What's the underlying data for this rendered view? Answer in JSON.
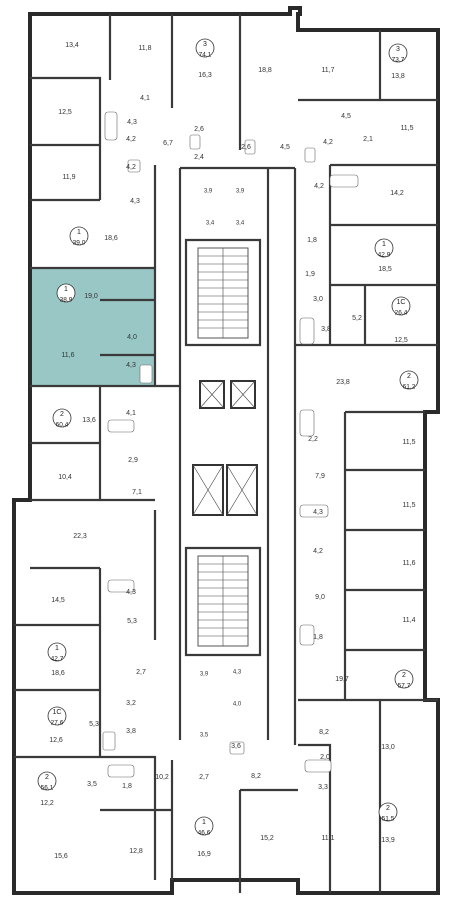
{
  "rooms": [
    {
      "id": "r1",
      "area": "13,4"
    },
    {
      "id": "r2",
      "area": "11,8"
    },
    {
      "id": "r3",
      "area": "16,3"
    },
    {
      "id": "r4",
      "area": "18,8"
    },
    {
      "id": "r5",
      "area": "11,7"
    },
    {
      "id": "r6",
      "area": "13,8"
    },
    {
      "id": "r7",
      "area": "12,5"
    },
    {
      "id": "r8",
      "area": "4,1"
    },
    {
      "id": "r9",
      "area": "4,3"
    },
    {
      "id": "r10",
      "area": "4,2"
    },
    {
      "id": "r11",
      "area": "6,7"
    },
    {
      "id": "r12",
      "area": "2,6"
    },
    {
      "id": "r13",
      "area": "2,4"
    },
    {
      "id": "r14",
      "area": "2,6"
    },
    {
      "id": "r15",
      "area": "4,5"
    },
    {
      "id": "r16",
      "area": "4,5"
    },
    {
      "id": "r17",
      "area": "11,5"
    },
    {
      "id": "r18",
      "area": "2,1"
    },
    {
      "id": "r19",
      "area": "4,2"
    },
    {
      "id": "r20",
      "area": "11,9"
    },
    {
      "id": "r21",
      "area": "4,2"
    },
    {
      "id": "r22",
      "area": "3,9"
    },
    {
      "id": "r23",
      "area": "3,9"
    },
    {
      "id": "r24",
      "area": "14,2"
    },
    {
      "id": "r25",
      "area": "4,3"
    },
    {
      "id": "r26",
      "area": "3,4"
    },
    {
      "id": "r27",
      "area": "3,4"
    },
    {
      "id": "r28",
      "area": "4,2"
    },
    {
      "id": "r29",
      "area": "18,6"
    },
    {
      "id": "r30",
      "area": "1,8"
    },
    {
      "id": "r31",
      "area": "18,5"
    },
    {
      "id": "r32",
      "area": "1,9"
    },
    {
      "id": "r33",
      "area": "19,0"
    },
    {
      "id": "r34",
      "area": "3,0"
    },
    {
      "id": "r35",
      "area": "5,2"
    },
    {
      "id": "r36",
      "area": "4,0"
    },
    {
      "id": "r37",
      "area": "3,8"
    },
    {
      "id": "r38",
      "area": "12,5"
    },
    {
      "id": "r39",
      "area": "11,6"
    },
    {
      "id": "r40",
      "area": "4,3"
    },
    {
      "id": "r41",
      "area": "23,8"
    },
    {
      "id": "r42",
      "area": "13,6"
    },
    {
      "id": "r43",
      "area": "4,1"
    },
    {
      "id": "r44",
      "area": "2,2"
    },
    {
      "id": "r45",
      "area": "11,5"
    },
    {
      "id": "r46",
      "area": "2,9"
    },
    {
      "id": "r47",
      "area": "7,9"
    },
    {
      "id": "r48",
      "area": "10,4"
    },
    {
      "id": "r49",
      "area": "7,1"
    },
    {
      "id": "r50",
      "area": "11,5"
    },
    {
      "id": "r51",
      "area": "4,3"
    },
    {
      "id": "r52",
      "area": "22,3"
    },
    {
      "id": "r53",
      "area": "4,2"
    },
    {
      "id": "r54",
      "area": "11,6"
    },
    {
      "id": "r55",
      "area": "14,5"
    },
    {
      "id": "r56",
      "area": "4,3"
    },
    {
      "id": "r57",
      "area": "9,0"
    },
    {
      "id": "r58",
      "area": "11,4"
    },
    {
      "id": "r59",
      "area": "5,3"
    },
    {
      "id": "r60",
      "area": "1,8"
    },
    {
      "id": "r61",
      "area": "18,6"
    },
    {
      "id": "r62",
      "area": "2,7"
    },
    {
      "id": "r63",
      "area": "3,9"
    },
    {
      "id": "r64",
      "area": "4,3"
    },
    {
      "id": "r65",
      "area": "19,7"
    },
    {
      "id": "r66",
      "area": "4,0"
    },
    {
      "id": "r67",
      "area": "3,2"
    },
    {
      "id": "r68",
      "area": "5,3"
    },
    {
      "id": "r69",
      "area": "3,8"
    },
    {
      "id": "r70",
      "area": "8,2"
    },
    {
      "id": "r71",
      "area": "12,6"
    },
    {
      "id": "r72",
      "area": "3,5"
    },
    {
      "id": "r73",
      "area": "3,6"
    },
    {
      "id": "r74",
      "area": "2,0"
    },
    {
      "id": "r75",
      "area": "13,0"
    },
    {
      "id": "r76",
      "area": "3,5"
    },
    {
      "id": "r77",
      "area": "1,8"
    },
    {
      "id": "r78",
      "area": "10,2"
    },
    {
      "id": "r79",
      "area": "2,7"
    },
    {
      "id": "r80",
      "area": "8,2"
    },
    {
      "id": "r81",
      "area": "3,3"
    },
    {
      "id": "r82",
      "area": "12,2"
    },
    {
      "id": "r83",
      "area": "15,6"
    },
    {
      "id": "r84",
      "area": "12,8"
    },
    {
      "id": "r85",
      "area": "16,9"
    },
    {
      "id": "r86",
      "area": "15,2"
    },
    {
      "id": "r87",
      "area": "11,1"
    },
    {
      "id": "r88",
      "area": "13,9"
    }
  ],
  "apartments": [
    {
      "id": "a1",
      "rooms": "3",
      "area": "74,1"
    },
    {
      "id": "a2",
      "rooms": "3",
      "area": "73,7"
    },
    {
      "id": "a3",
      "rooms": "1",
      "area": "39,0"
    },
    {
      "id": "a4",
      "rooms": "1",
      "area": "42,9"
    },
    {
      "id": "a5",
      "rooms": "1",
      "area": "38,9",
      "highlighted": true
    },
    {
      "id": "a6",
      "rooms": "1С",
      "area": "26,4"
    },
    {
      "id": "a7",
      "rooms": "2",
      "area": "61,2"
    },
    {
      "id": "a8",
      "rooms": "2",
      "area": "60,4"
    },
    {
      "id": "a9",
      "rooms": "1",
      "area": "42,7"
    },
    {
      "id": "a10",
      "rooms": "2",
      "area": "57,7"
    },
    {
      "id": "a11",
      "rooms": "1С",
      "area": "27,6"
    },
    {
      "id": "a12",
      "rooms": "2",
      "area": "56,1"
    },
    {
      "id": "a13",
      "rooms": "1",
      "area": "46,6"
    },
    {
      "id": "a14",
      "rooms": "2",
      "area": "51,5"
    }
  ],
  "colors": {
    "highlight": "#98c7c5",
    "wall": "#3a3a3a"
  }
}
